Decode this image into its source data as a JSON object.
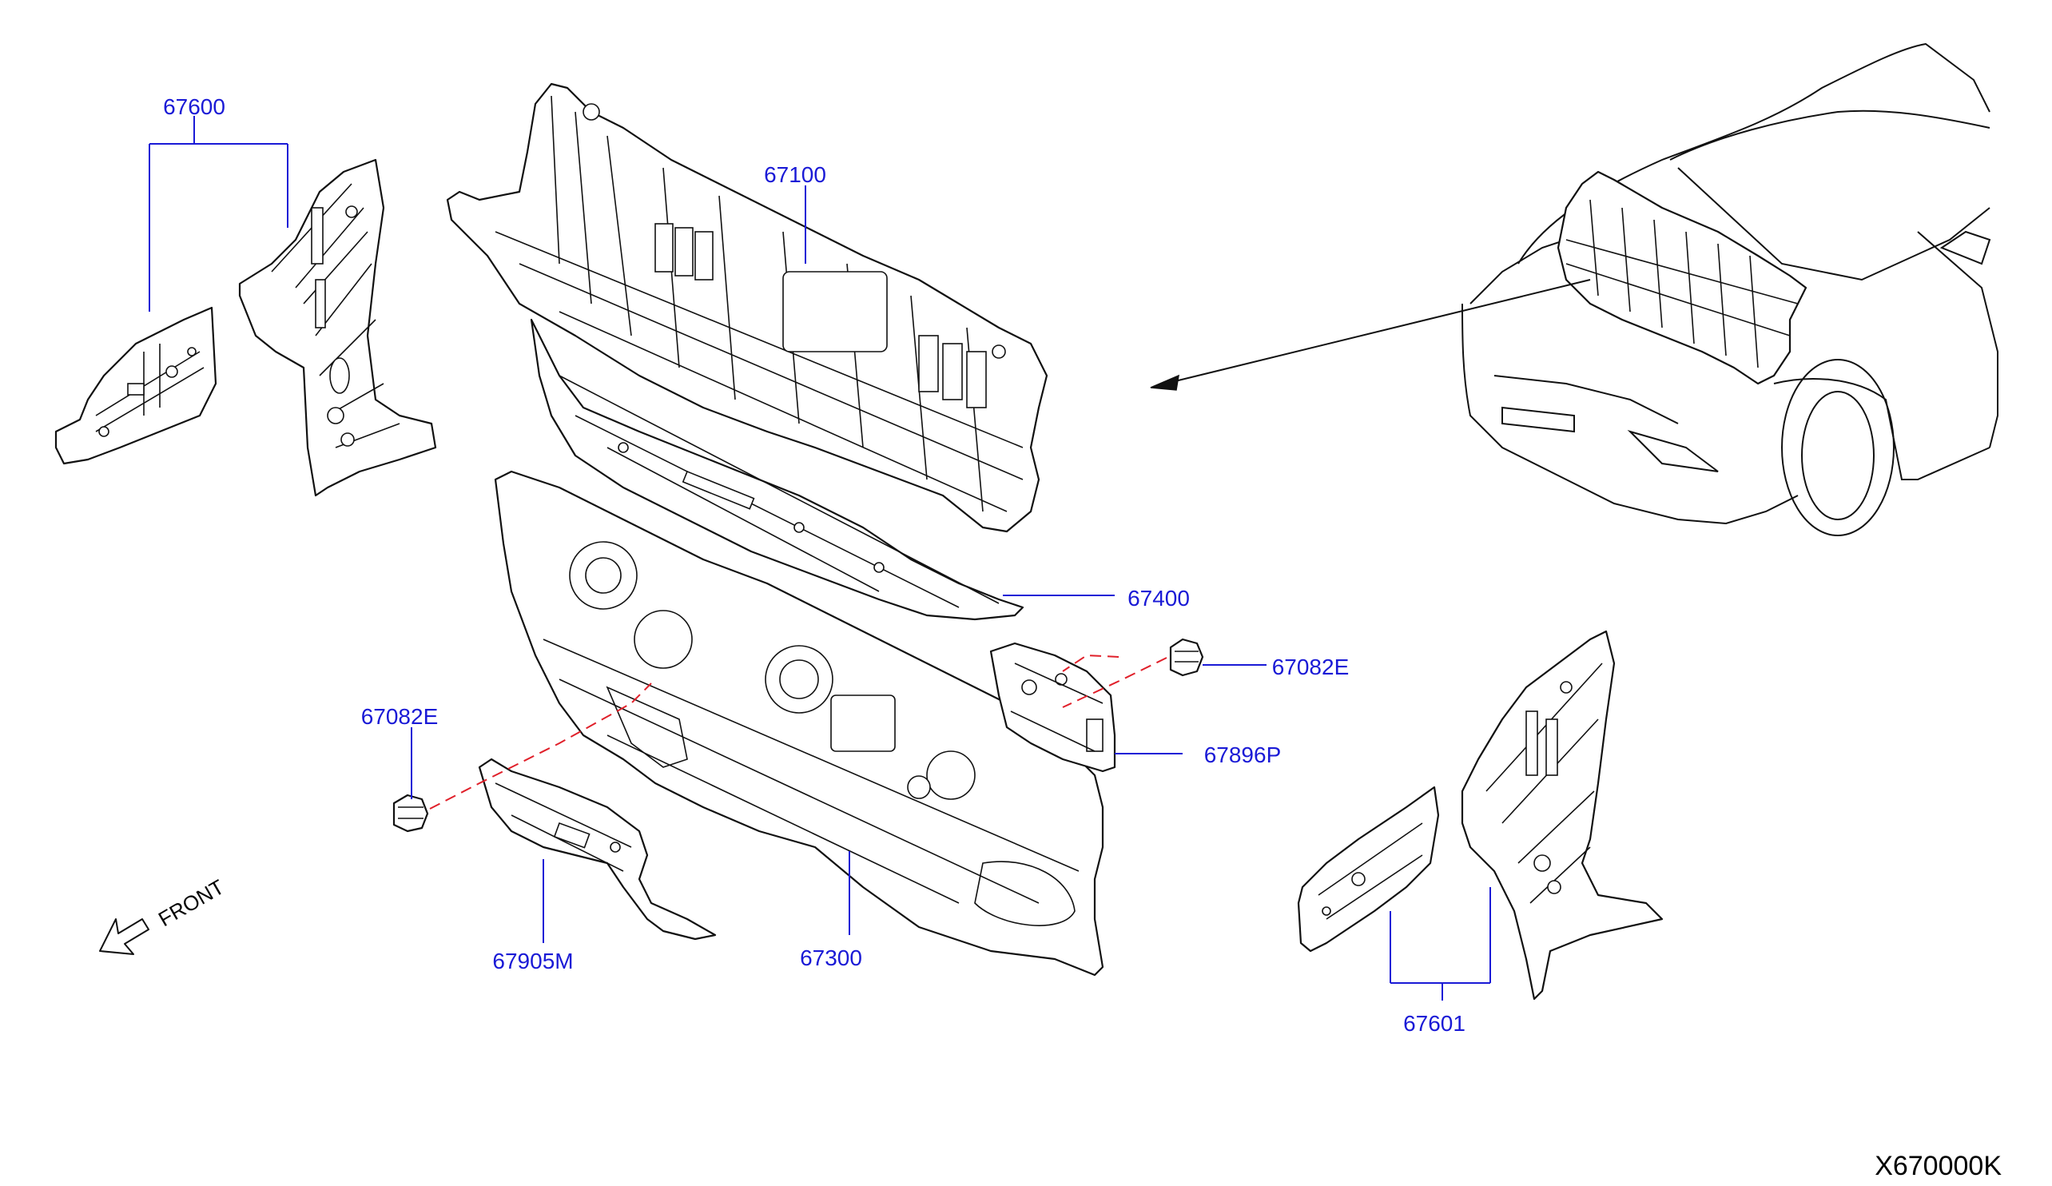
{
  "labels": {
    "p67600": "67600",
    "p67100": "67100",
    "p67400": "67400",
    "p67082e_right": "67082E",
    "p67896p": "67896P",
    "p67082e_left": "67082E",
    "p67300": "67300",
    "p67905m": "67905M",
    "p67601": "67601"
  },
  "direction_label": "FRONT",
  "diagram_code": "X670000K",
  "colors": {
    "callout_text": "#1a1ad6",
    "leader_line": "#1a1ad6",
    "fastener_path": "#e0202a",
    "part_outline": "#111111"
  }
}
